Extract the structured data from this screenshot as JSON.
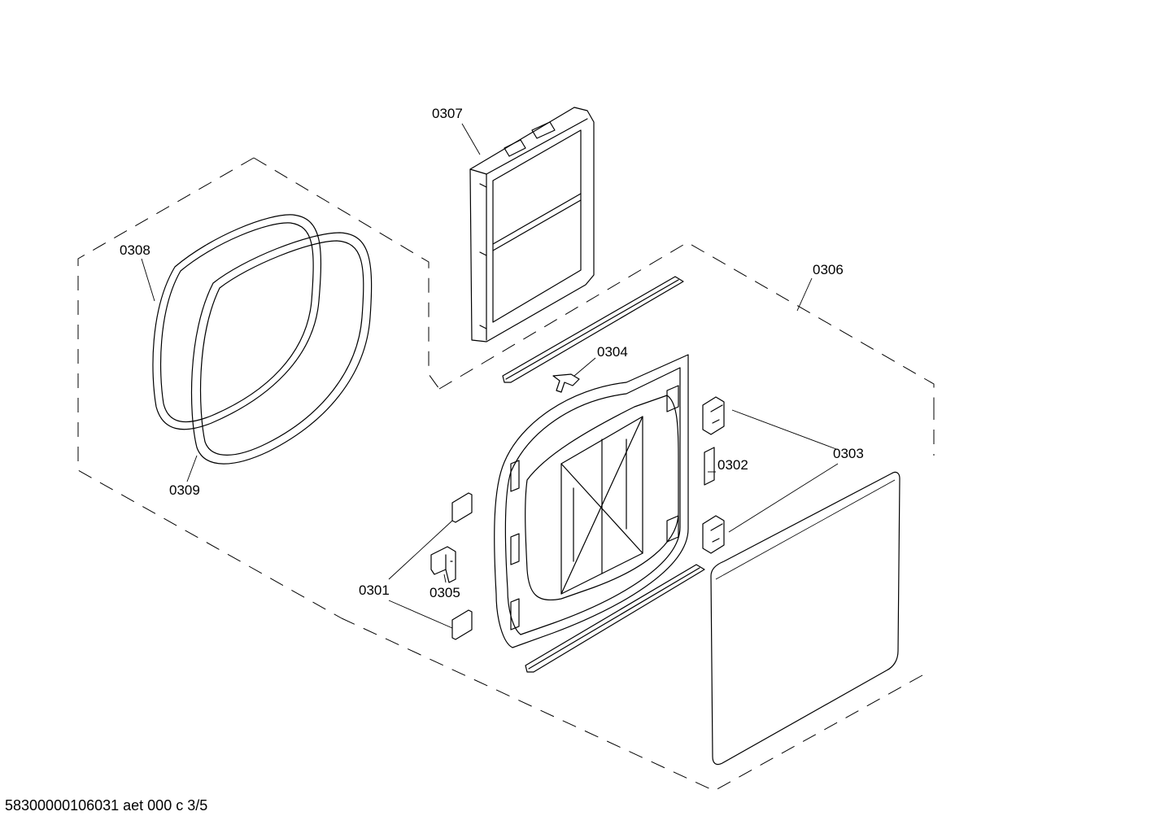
{
  "labels": {
    "p0301": "0301",
    "p0302": "0302",
    "p0303": "0303",
    "p0304": "0304",
    "p0305": "0305",
    "p0306": "0306",
    "p0307": "0307",
    "p0308": "0308",
    "p0309": "0309"
  },
  "footer": "58300000106031 aet 000 c 3/5"
}
